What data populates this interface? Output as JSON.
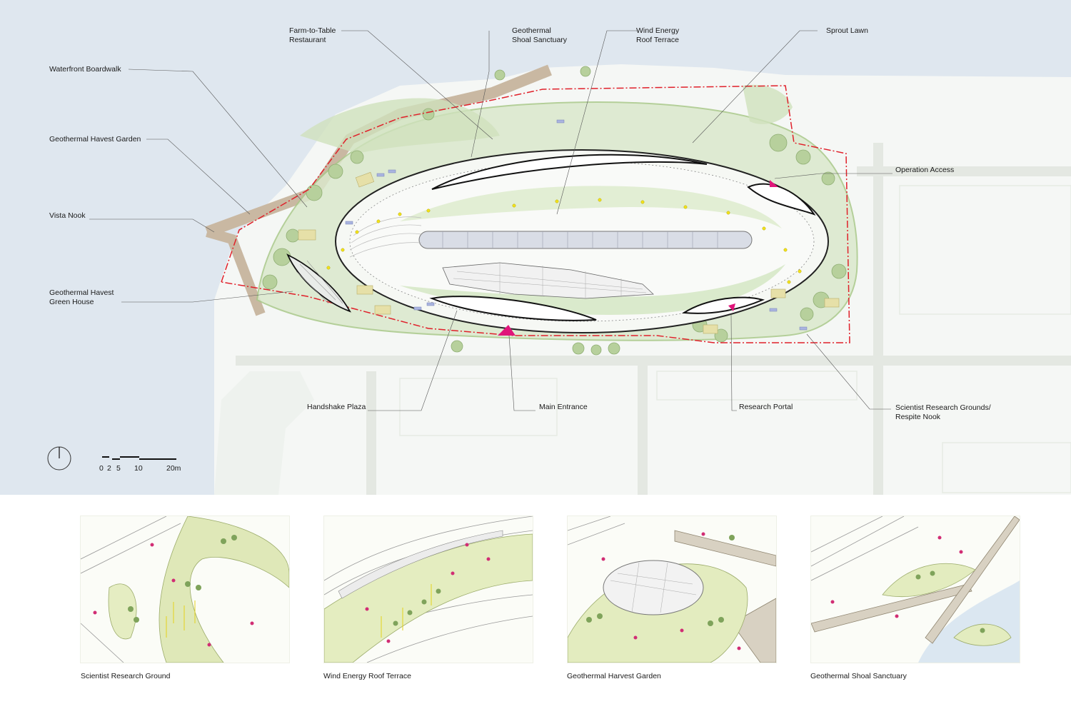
{
  "labels": {
    "farm_to_table": "Farm-to-Table\nRestaurant",
    "shoal_sanctuary": "Geothermal\nShoal Sanctuary",
    "wind_terrace": "Wind Energy\nRoof Terrace",
    "sprout_lawn": "Sprout Lawn",
    "waterfront_boardwalk": "Waterfront Boardwalk",
    "harvest_garden": "Geothermal Havest Garden",
    "vista_nook": "Vista Nook",
    "green_house": "Geothermal Havest\nGreen House",
    "operation_access": "Operation Access",
    "handshake_plaza": "Handshake Plaza",
    "main_entrance": "Main Entrance",
    "research_portal": "Research Portal",
    "research_grounds": "Scientist Research Grounds/\nRespite Nook"
  },
  "scale_bar": {
    "ticks": [
      "0",
      "2",
      "5",
      "10",
      "20m"
    ]
  },
  "vignettes": [
    {
      "caption": "Scientist Research Ground"
    },
    {
      "caption": "Wind Energy Roof Terrace"
    },
    {
      "caption": "Geothermal Harvest Garden"
    },
    {
      "caption": "Geothermal Shoal Sanctuary"
    }
  ],
  "colors": {
    "water": "#dde6ee",
    "land": "#f4f6f4",
    "greenery": "#a9c98a",
    "boardwalk": "#c9b9a4",
    "site_boundary": "#e0202a",
    "entrance_arrow": "#e0157a",
    "path_dots": "#f2e21a"
  }
}
